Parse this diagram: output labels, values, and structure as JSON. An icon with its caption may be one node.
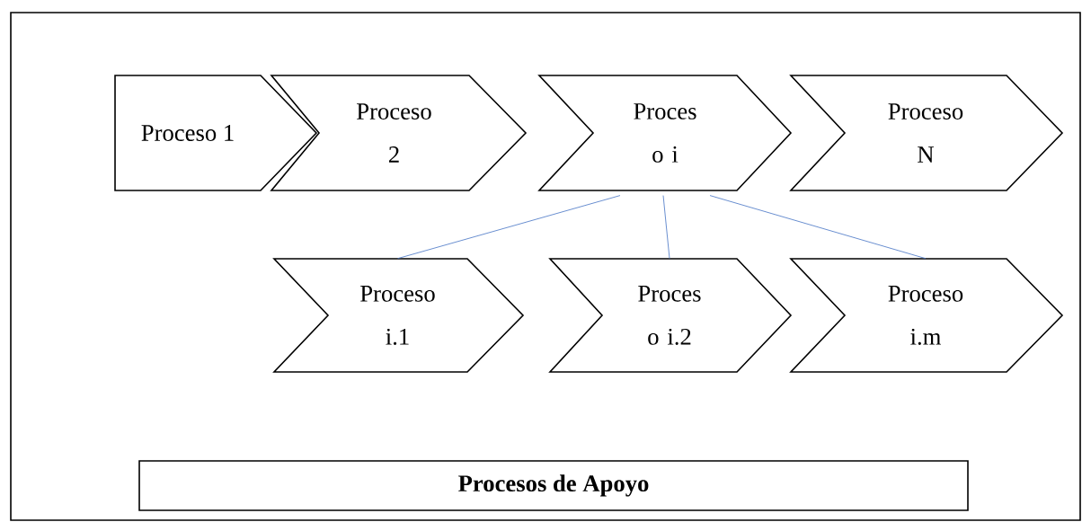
{
  "diagram": {
    "nodes": [
      {
        "text": [
          "Proceso 1"
        ]
      },
      {
        "text": [
          "Proceso 2"
        ]
      },
      {
        "text": [
          "Proces o i"
        ]
      },
      {
        "text": [
          "Proceso N"
        ]
      },
      {
        "text": [
          "Proceso i.1"
        ]
      },
      {
        "text": [
          "Proces o i.2"
        ]
      },
      {
        "text": [
          "Proceso i.m"
        ]
      },
      {
        "text": [
          "Procesos de Apoyo"
        ]
      }
    ],
    "edges": [
      {
        "from": 2,
        "to": 4,
        "arrow": "none",
        "color": "#4472c4"
      },
      {
        "from": 2,
        "to": 5,
        "arrow": "none",
        "color": "#4472c4"
      },
      {
        "from": 2,
        "to": 6,
        "arrow": "none",
        "color": "#4472c4"
      }
    ]
  }
}
